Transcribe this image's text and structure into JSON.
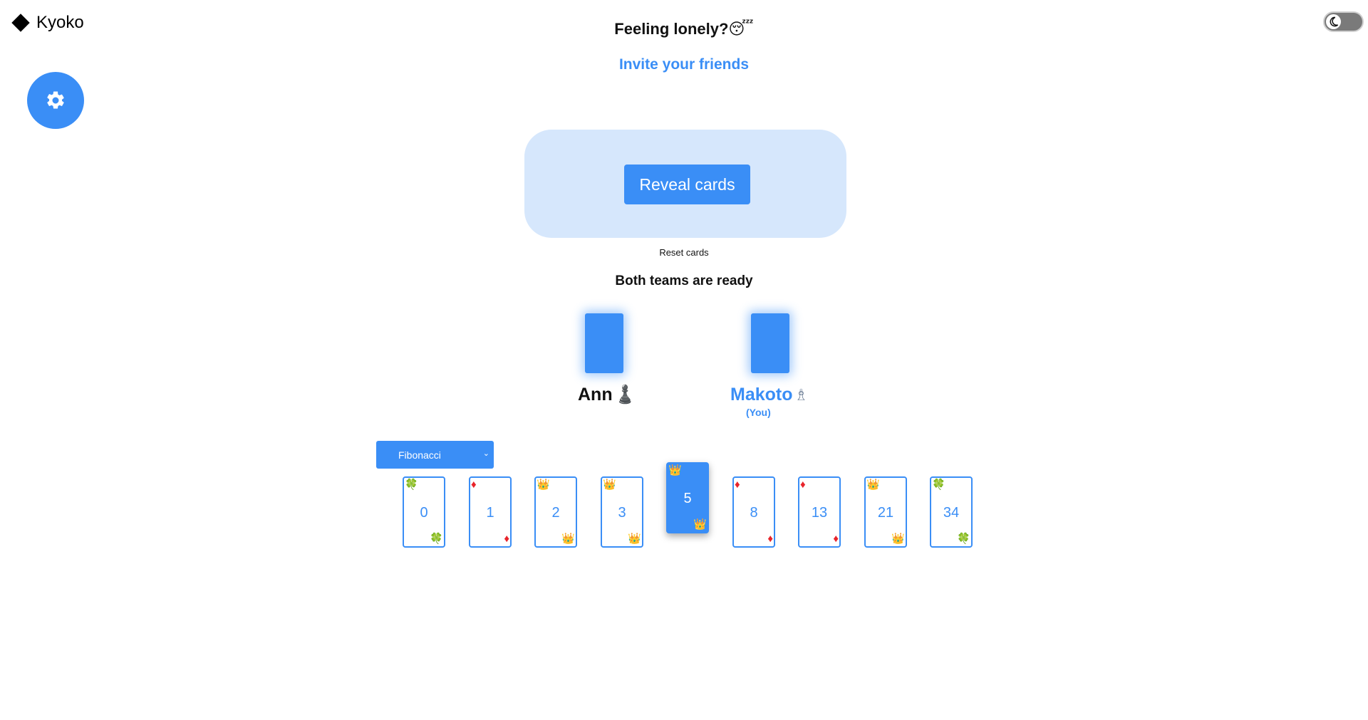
{
  "app": {
    "logo_text": "Kyoko",
    "logo_icon": "diamond-icon"
  },
  "header": {
    "lonely_text": "Feeling lonely?",
    "lonely_emoji": "😴",
    "invite_text": "Invite your friends"
  },
  "settings": {
    "icon": "gear-icon"
  },
  "theme_toggle": {
    "icon": "moon-icon",
    "state": "light"
  },
  "table": {
    "reveal_label": "Reveal cards",
    "reset_label": "Reset cards",
    "status_text": "Both teams are ready"
  },
  "players": [
    {
      "name": "Ann",
      "emoji": "♟️",
      "is_you": false,
      "you_label": ""
    },
    {
      "name": "Makoto",
      "emoji": "♗",
      "is_you": true,
      "you_label": "(You)"
    }
  ],
  "deck": {
    "selected": "Fibonacci"
  },
  "hand": [
    {
      "value": "0",
      "suit": "🍀",
      "suit_name": "clover",
      "selected": false
    },
    {
      "value": "1",
      "suit": "♦",
      "suit_name": "diamond",
      "selected": false
    },
    {
      "value": "2",
      "suit": "👑",
      "suit_name": "crown",
      "selected": false
    },
    {
      "value": "3",
      "suit": "👑",
      "suit_name": "crown",
      "selected": false
    },
    {
      "value": "5",
      "suit": "👑",
      "suit_name": "crown",
      "selected": true
    },
    {
      "value": "8",
      "suit": "♦",
      "suit_name": "diamond",
      "selected": false
    },
    {
      "value": "13",
      "suit": "♦",
      "suit_name": "diamond",
      "selected": false
    },
    {
      "value": "21",
      "suit": "👑",
      "suit_name": "crown",
      "selected": false
    },
    {
      "value": "34",
      "suit": "🍀",
      "suit_name": "clover",
      "selected": false
    }
  ],
  "colors": {
    "accent": "#3a8ef6",
    "table_bg": "#d6e7fc"
  }
}
